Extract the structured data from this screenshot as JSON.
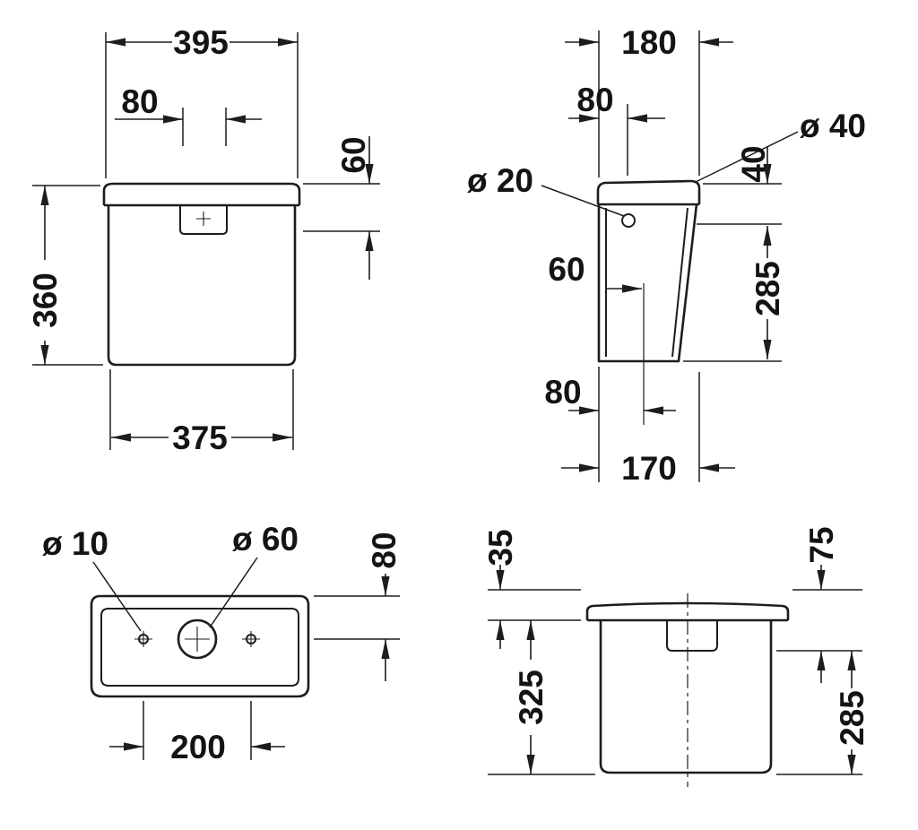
{
  "drawing": {
    "front_view": {
      "width_top": "395",
      "button_width": "80",
      "lid_height": "60",
      "height": "360",
      "width_bottom": "375"
    },
    "side_view": {
      "depth_top": "180",
      "hole_offset_top": "80",
      "lid_hole_dia": "ø 40",
      "inlet_hole_dia": "ø 20",
      "lid_height": "40",
      "body_height": "285",
      "inlet_offset": "60",
      "outlet_offset": "80",
      "depth_bottom": "170"
    },
    "top_view": {
      "small_hole_dia": "ø 10",
      "large_hole_dia": "ø 60",
      "hole_depth_offset": "80",
      "hole_spacing": "200"
    },
    "back_view": {
      "lid_height": "35",
      "body_height": "325",
      "top_offset": "75",
      "lower_height": "285"
    }
  }
}
